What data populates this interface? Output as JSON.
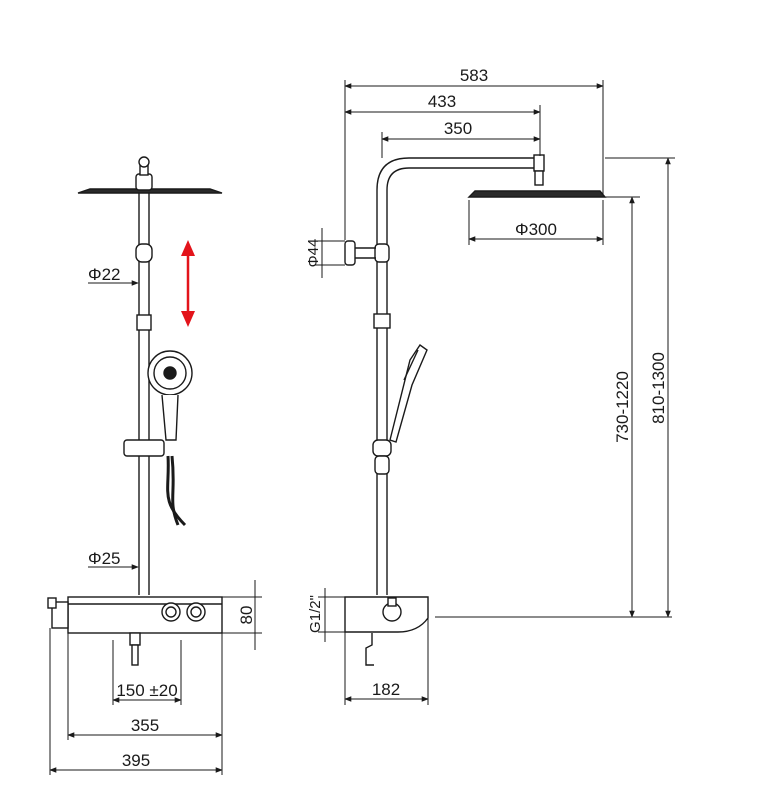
{
  "front_view": {
    "pipe_diameter_upper": "Φ22",
    "pipe_diameter_lower": "Φ25",
    "mixer_height": "80",
    "inlet_spacing": "150 ±20",
    "mixer_width": "355",
    "overall_width": "395"
  },
  "side_view": {
    "reach_total": "583",
    "reach_arm_outer": "433",
    "reach_arm": "350",
    "head_diameter": "Φ300",
    "holder_diameter": "Φ44",
    "thread": "G1/2\"",
    "mixer_depth": "182",
    "height_range_head": "730-1220",
    "height_range_total": "810-1300"
  },
  "colors": {
    "line": "#1a1a1a",
    "arrow": "#e3141b",
    "fill_dark": "#2a2a2a"
  }
}
